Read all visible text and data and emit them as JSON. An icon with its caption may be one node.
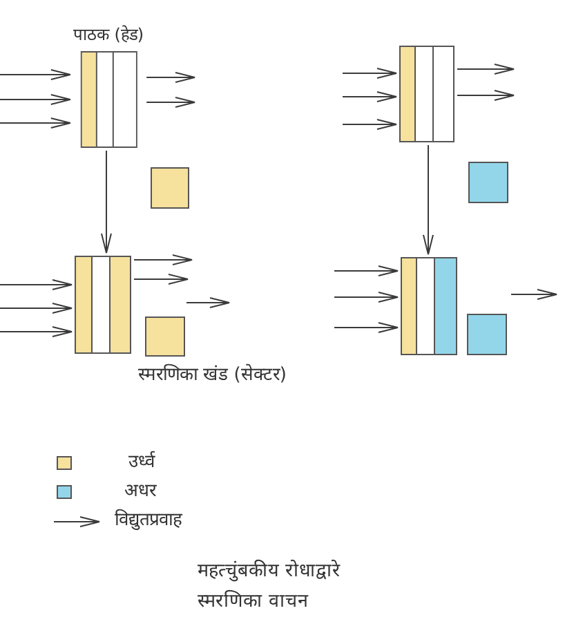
{
  "diagram": {
    "caption": "महत्चुंबकीय रोधाद्वारे स्मरणिका वाचन",
    "nodes": [
      {
        "text": [
          "पाठक (हेड)"
        ]
      },
      {
        "text": [],
        "shape": "box"
      },
      {
        "text": [],
        "shape": "box"
      },
      {
        "text": [],
        "shape": "box"
      },
      {
        "text": [],
        "shape": "box"
      },
      {
        "text": [],
        "shape": "box"
      },
      {
        "text": [],
        "shape": "box"
      },
      {
        "text": [],
        "shape": "box"
      }
    ],
    "edges": [
      {
        "from": null,
        "to": 0,
        "arrow": "to"
      },
      {
        "from": null,
        "to": 0,
        "arrow": "to"
      },
      {
        "from": null,
        "to": 0,
        "arrow": "to"
      },
      {
        "from": 0,
        "to": null,
        "arrow": "to"
      },
      {
        "from": 0,
        "to": null,
        "arrow": "to"
      },
      {
        "from": 0,
        "to": 4,
        "arrow": "to"
      },
      {
        "from": null,
        "to": 1,
        "arrow": "to"
      },
      {
        "from": null,
        "to": 1,
        "arrow": "to"
      },
      {
        "from": null,
        "to": 1,
        "arrow": "to"
      },
      {
        "from": 1,
        "to": null,
        "arrow": "to"
      },
      {
        "from": 1,
        "to": null,
        "arrow": "to"
      },
      {
        "from": 1,
        "to": 5,
        "arrow": "to"
      },
      {
        "from": null,
        "to": 4,
        "arrow": "to"
      },
      {
        "from": null,
        "to": 4,
        "arrow": "to"
      },
      {
        "from": null,
        "to": 4,
        "arrow": "to"
      },
      {
        "from": 4,
        "to": null,
        "arrow": "to"
      },
      {
        "from": 4,
        "to": null,
        "arrow": "to"
      },
      {
        "from": null,
        "to": 5,
        "arrow": "to"
      },
      {
        "from": null,
        "to": 5,
        "arrow": "to"
      },
      {
        "from": null,
        "to": 5,
        "arrow": "to"
      }
    ],
    "labels": [
      "स्मरणिका खंड (सेक्टर)"
    ],
    "legend": [
      {
        "text": "उर्ध्व",
        "color": "#f6e19d"
      },
      {
        "text": "अधर",
        "color": "#93d6ea"
      },
      {
        "text": "विद्युतप्रवाह"
      }
    ]
  }
}
